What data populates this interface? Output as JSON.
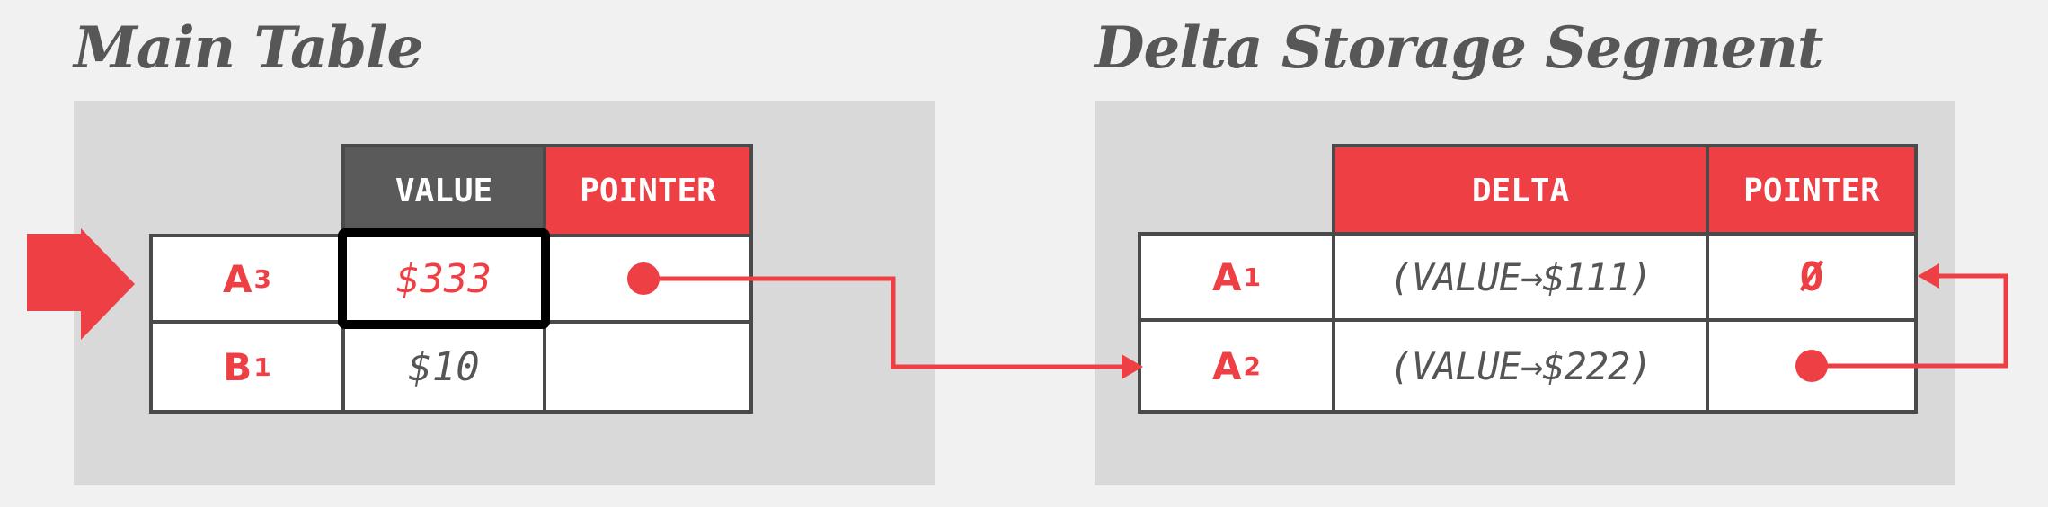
{
  "colors": {
    "accent": "#ee3f45",
    "dark_header": "#5a5a5a",
    "panel": "#d9d9d9",
    "border": "#4a4a4a"
  },
  "main_table": {
    "title": "Main Table",
    "headers": {
      "value": "VALUE",
      "pointer": "POINTER"
    },
    "rows": [
      {
        "key": "A",
        "version": "3",
        "value": "$333",
        "highlighted": true,
        "pointer": "dot"
      },
      {
        "key": "B",
        "version": "1",
        "value": "$10",
        "highlighted": false,
        "pointer": ""
      }
    ]
  },
  "delta_segment": {
    "title": "Delta Storage Segment",
    "headers": {
      "delta": "DELTA",
      "pointer": "POINTER"
    },
    "rows": [
      {
        "key": "A",
        "version": "1",
        "delta": "(VALUE→$111)",
        "pointer": "Ø"
      },
      {
        "key": "A",
        "version": "2",
        "delta": "(VALUE→$222)",
        "pointer": "dot"
      }
    ]
  }
}
